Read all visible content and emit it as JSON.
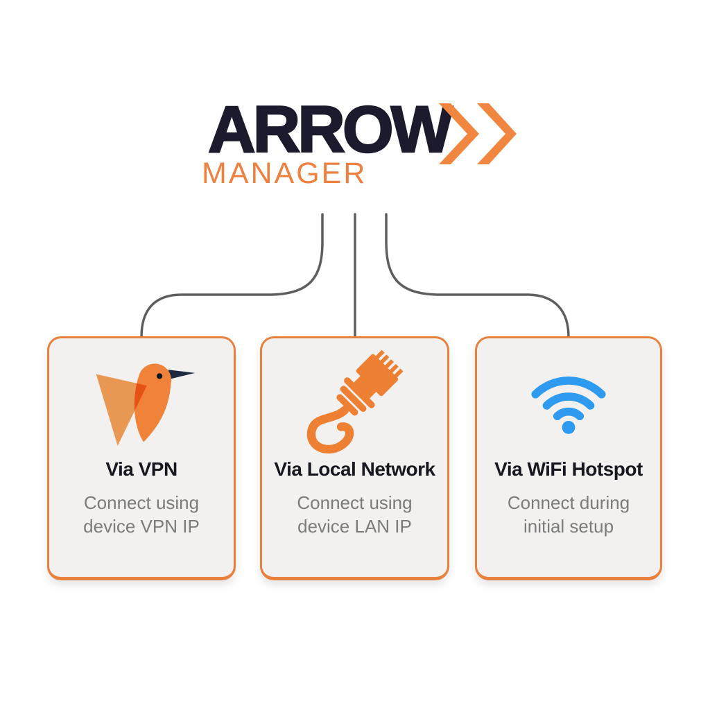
{
  "logo": {
    "name": "ARROW",
    "subtitle": "MANAGER",
    "chevrons_icon": "double-chevron-right-icon"
  },
  "palette": {
    "accent_orange": "#EE7F3A",
    "logo_navy": "#1B1B2D",
    "logo_subtitle_orange": "#EE8040",
    "card_background": "#F2F1EF",
    "card_border_orange": "#E8803E",
    "connector_gray": "#5E5E5E",
    "title_text": "#17171F",
    "description_text": "#7B7B7B",
    "wifi_blue": "#2E9BF0",
    "bird_body_orange": "#F0823A",
    "bird_wing_orange": "#F5A158",
    "bird_beak_navy": "#1D2A42",
    "ethernet_orange": "#EE8033"
  },
  "cards": [
    {
      "title": "Via VPN",
      "description_line1": "Connect using",
      "description_line2": "device VPN IP",
      "icon": "hummingbird-icon"
    },
    {
      "title": "Via Local Network",
      "description_line1": "Connect using",
      "description_line2": "device LAN IP",
      "icon": "ethernet-cable-icon"
    },
    {
      "title": "Via WiFi Hotspot",
      "description_line1": "Connect during",
      "description_line2": "initial setup",
      "icon": "wifi-icon"
    }
  ]
}
